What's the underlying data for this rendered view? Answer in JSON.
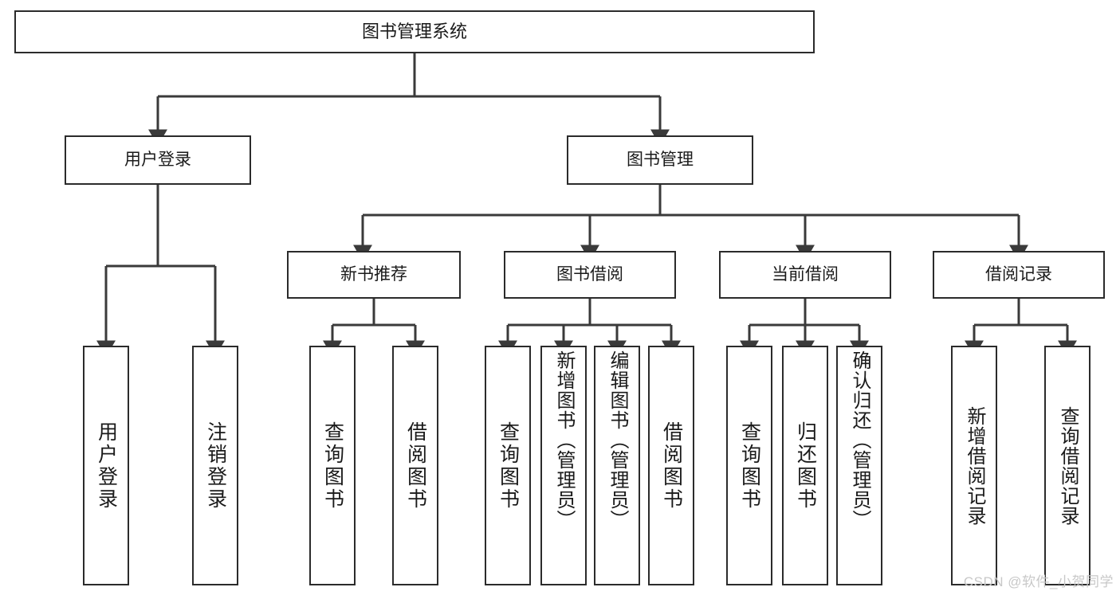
{
  "diagram": {
    "type": "tree-org-chart",
    "title": "图书管理系统",
    "watermark": "CSDN @软件_小贺同学",
    "colors": {
      "background": "#ffffff",
      "box_border": "#2b2b2b",
      "connector": "#3a3a3a",
      "text": "#1a1a1a",
      "watermark": "#c8c8c8"
    },
    "root": {
      "label": "图书管理系统"
    },
    "level2": [
      {
        "id": "user-login",
        "label": "用户登录"
      },
      {
        "id": "book-manage",
        "label": "图书管理"
      }
    ],
    "level3": [
      {
        "id": "new-book-recommend",
        "label": "新书推荐"
      },
      {
        "id": "book-borrow",
        "label": "图书借阅"
      },
      {
        "id": "current-borrow",
        "label": "当前借阅"
      },
      {
        "id": "borrow-record",
        "label": "借阅记录"
      }
    ],
    "leaves": {
      "user_login": [
        {
          "id": "leaf-user-login",
          "label": "用户登录"
        },
        {
          "id": "leaf-logout-login",
          "label": "注销登录"
        }
      ],
      "new_book_recommend": [
        {
          "id": "leaf-query-book-1",
          "label": "查询图书"
        },
        {
          "id": "leaf-borrow-book-1",
          "label": "借阅图书"
        }
      ],
      "book_borrow": [
        {
          "id": "leaf-query-book-2",
          "label": "查询图书"
        },
        {
          "id": "leaf-add-book",
          "label": "新增图书（管理员）"
        },
        {
          "id": "leaf-edit-book",
          "label": "编辑图书（管理员）"
        },
        {
          "id": "leaf-borrow-book-2",
          "label": "借阅图书"
        }
      ],
      "current_borrow": [
        {
          "id": "leaf-query-book-3",
          "label": "查询图书"
        },
        {
          "id": "leaf-return-book",
          "label": "归还图书"
        },
        {
          "id": "leaf-confirm-return",
          "label": "确认归还（管理员）"
        }
      ],
      "borrow_record": [
        {
          "id": "leaf-add-record",
          "label": "新增借阅记录"
        },
        {
          "id": "leaf-query-record",
          "label": "查询借阅记录"
        }
      ]
    }
  }
}
